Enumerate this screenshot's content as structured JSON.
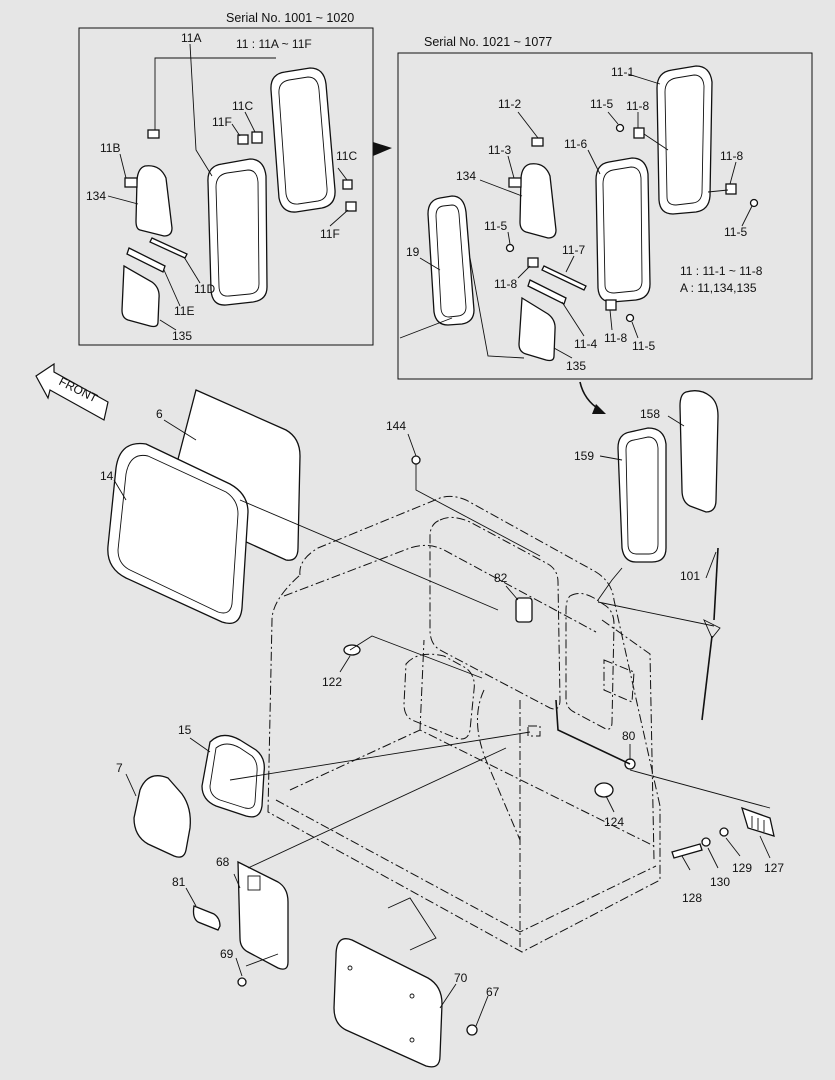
{
  "panels": {
    "left_title": "Serial No. 1001 ~ 1020",
    "right_title": "Serial No. 1021 ~ 1077",
    "left_note": "11 : 11A ~ 11F",
    "right_note_1": "11 : 11-1 ~ 11-8",
    "right_note_2": "A : 11,134,135"
  },
  "front_label": "FRONT",
  "callouts": {
    "left": {
      "a11A": "11A",
      "a11C_top": "11C",
      "a11F_top": "11F",
      "a11C_right": "11C",
      "a11B": "11B",
      "a134": "134",
      "a11F_bottom": "11F",
      "a11D": "11D",
      "a11E": "11E",
      "a135": "135"
    },
    "right": {
      "a11_1": "11-1",
      "a11_2": "11-2",
      "a11_5_top": "11-5",
      "a11_8_top": "11-8",
      "a11_3": "11-3",
      "a11_6": "11-6",
      "a11_8_right": "11-8",
      "a134": "134",
      "a11_5_right": "11-5",
      "a19": "19",
      "a11_5_mid": "11-5",
      "a11_7": "11-7",
      "a11_8_mid": "11-8",
      "a11_4": "11-4",
      "a11_8_bottom": "11-8",
      "a11_5_bottom": "11-5",
      "a135": "135"
    },
    "main": {
      "a6": "6",
      "a14": "14",
      "a144": "144",
      "a158": "158",
      "a159": "159",
      "a82": "82",
      "a101": "101",
      "a122": "122",
      "a15": "15",
      "a7": "7",
      "a80": "80",
      "a124": "124",
      "a68": "68",
      "a81": "81",
      "a69": "69",
      "a70": "70",
      "a67": "67",
      "a128": "128",
      "a130": "130",
      "a129": "129",
      "a127": "127"
    }
  }
}
